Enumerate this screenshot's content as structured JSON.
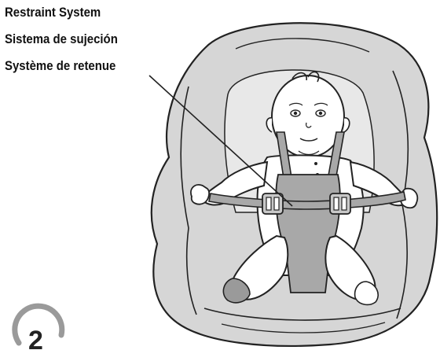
{
  "labels": {
    "english": "Restraint System",
    "spanish": "Sistema de sujeción",
    "french": "Système de retenue"
  },
  "step_number": "2",
  "colors": {
    "line": "#222222",
    "seat_fill": "#d6d6d6",
    "harness_fill": "#a8a8a8",
    "skin": "#ffffff"
  },
  "icons": [
    "leader-line",
    "step-number-badge"
  ]
}
